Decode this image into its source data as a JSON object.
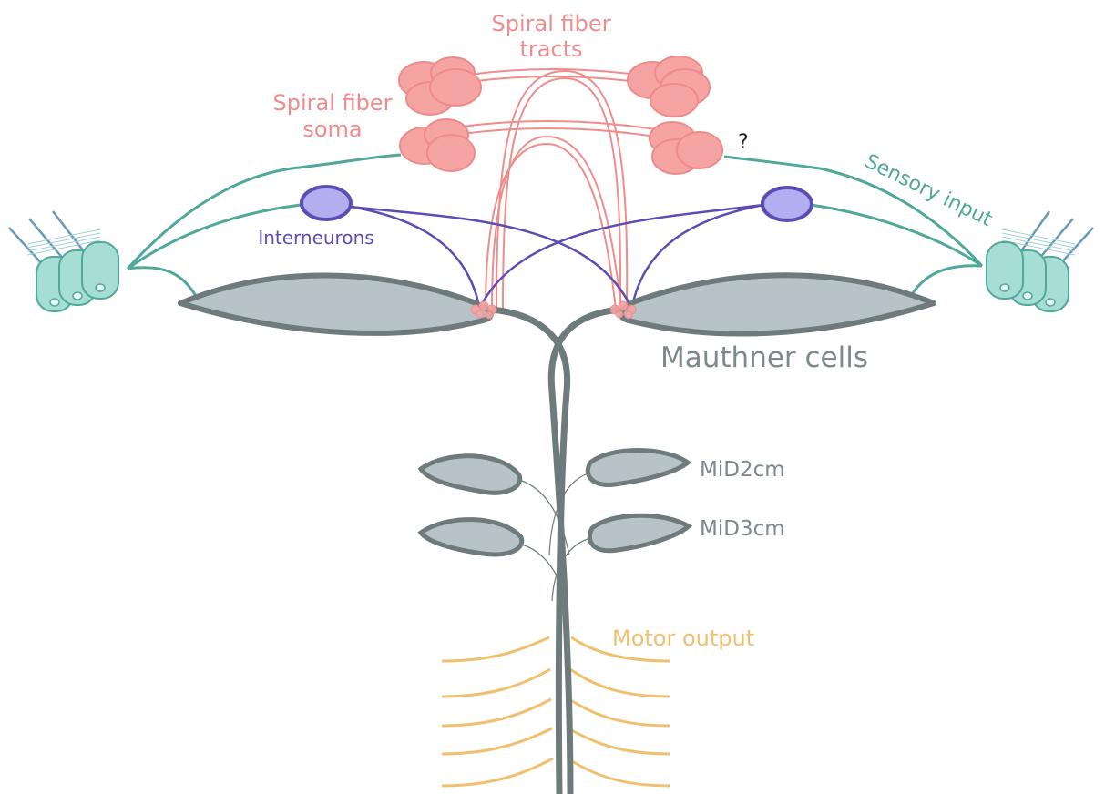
{
  "labels": {
    "spiral_fiber_tracts_line1": "Spiral fiber",
    "spiral_fiber_tracts_line2": "tracts",
    "spiral_fiber_soma_line1": "Spiral fiber",
    "spiral_fiber_soma_line2": "soma",
    "question_mark": "?",
    "sensory_input": "Sensory input",
    "interneurons": "Interneurons",
    "mauthner_cells": "Mauthner cells",
    "mid2cm": "MiD2cm",
    "mid3cm": "MiD3cm",
    "motor_output": "Motor output"
  },
  "colors": {
    "spiral": "#f08c8c",
    "spiral_fill": "#f5a3a3",
    "sensory": "#4fa89a",
    "hair_cell_fill": "#a6ddd5",
    "interneuron": "#5a4db3",
    "interneuron_fill": "#b3aef0",
    "mauthner_stroke": "#6e7b7d",
    "mauthner_fill": "#b7c3c6",
    "motor": "#f0c070",
    "text_gray": "#7d8a8c"
  }
}
